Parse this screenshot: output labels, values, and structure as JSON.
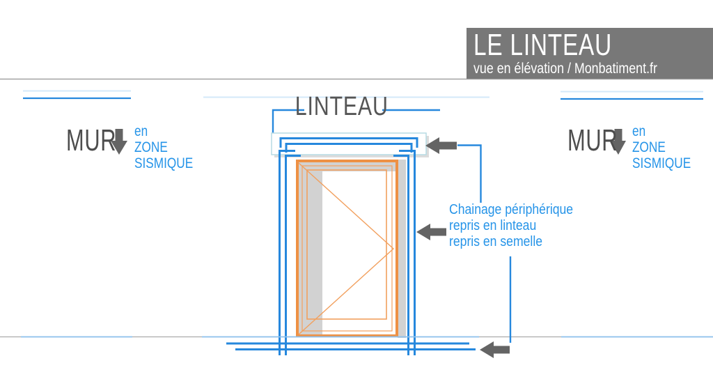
{
  "banner": {
    "title": "LE LINTEAU",
    "subtitle": "vue en élévation / Monbatiment.fr"
  },
  "diagram": {
    "lintel_label": "LINTEAU",
    "wall_left": {
      "title": "MUR",
      "sub1": "en",
      "sub2": "ZONE",
      "sub3": "SISMIQUE"
    },
    "wall_right": {
      "title": "MUR",
      "sub1": "en",
      "sub2": "ZONE",
      "sub3": "SISMIQUE"
    },
    "annotation": {
      "line1": "Chainage périphérique",
      "line2": "repris en linteau",
      "line3": "repris en semelle"
    }
  },
  "colors": {
    "accent_blue": "#2688dd",
    "light_blue": "#9cc9ef",
    "text_blue": "#2694e8",
    "orange": "#ee9145",
    "light_orange": "#f2a05e",
    "arrow_gray": "#646464",
    "text_gray": "#4d4d4d",
    "banner_bg": "#787878",
    "lintel_outline": "#b7dbe4",
    "shadow_gray": "#d2d2d2"
  }
}
